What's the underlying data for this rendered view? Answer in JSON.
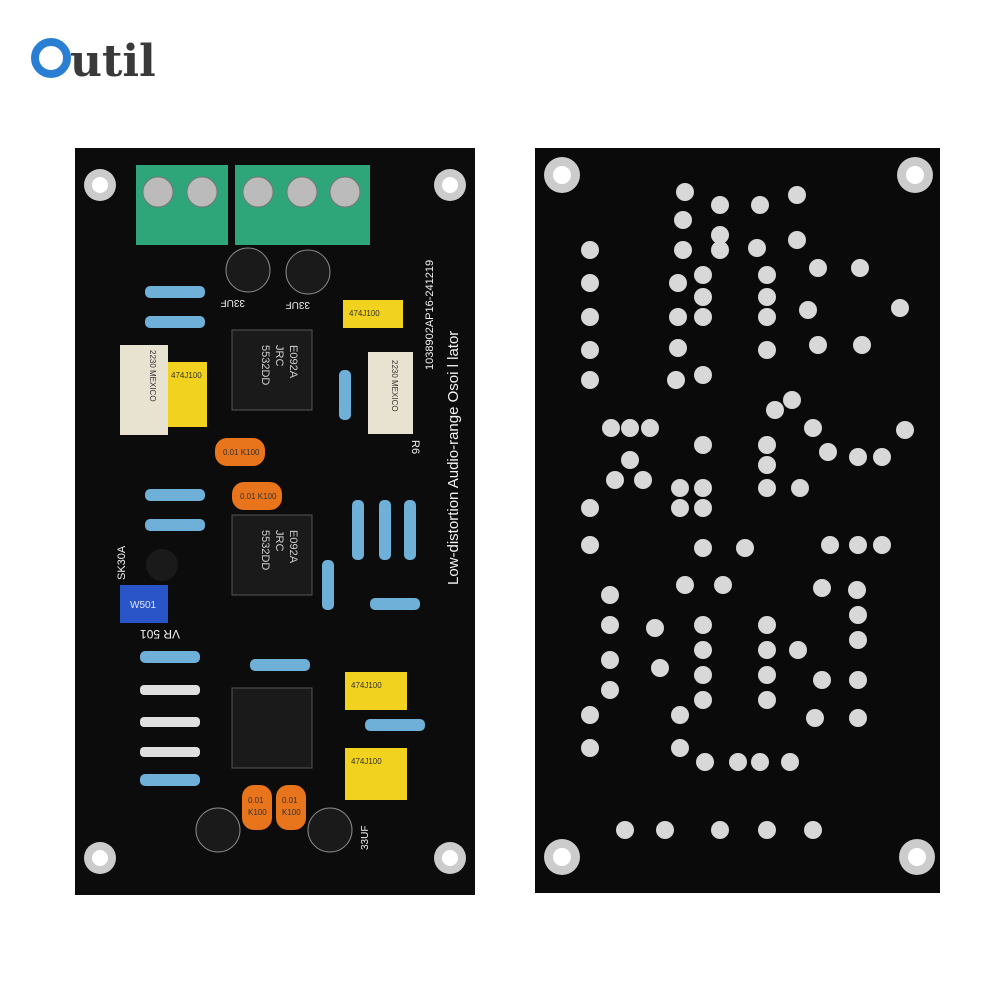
{
  "brand": {
    "logo_text": "Outil",
    "logo_o_color": "#2a7fd4",
    "logo_text_color": "#3a3a3a"
  },
  "left_board": {
    "title_line": "Low-distortion Audio-range Osoi l lator",
    "part_number": "1038902AP16-241219",
    "labels": {
      "r6": "R6",
      "vr": "VR 501",
      "sk": "SK30A",
      "pot": "W501",
      "cap_33uf": "33UF"
    },
    "chips": [
      {
        "line1": "5532DD",
        "line2": "JRC",
        "line3": "E092A"
      },
      {
        "line1": "5532DD",
        "line2": "JRC",
        "line3": "E092A"
      },
      {
        "line1": "",
        "line2": "",
        "line3": ""
      }
    ],
    "ceramic_caps": [
      {
        "line1": "0.01",
        "line2": "K100"
      },
      {
        "line1": "0.01",
        "line2": "K100"
      },
      {
        "line1": "0.01",
        "line2": "K100"
      },
      {
        "line1": "0.01",
        "line2": "K100"
      }
    ],
    "film_caps": [
      "474J100",
      "474J100",
      "474J100",
      "474J100"
    ],
    "trimmers": [
      "2230 MEXICO",
      "2230 MEXICO"
    ],
    "colors": {
      "pcb": "#0c0c0c",
      "terminal": "#2fa57a",
      "film_cap": "#f1d21e",
      "ceramic_cap": "#e8741c",
      "resistor": "#6fb0d8",
      "trimmer": "#e8e2d0",
      "pot": "#2a55c8"
    }
  },
  "right_board": {
    "colors": {
      "pcb": "#0a0a0a",
      "pad": "#d8d8d8"
    }
  }
}
